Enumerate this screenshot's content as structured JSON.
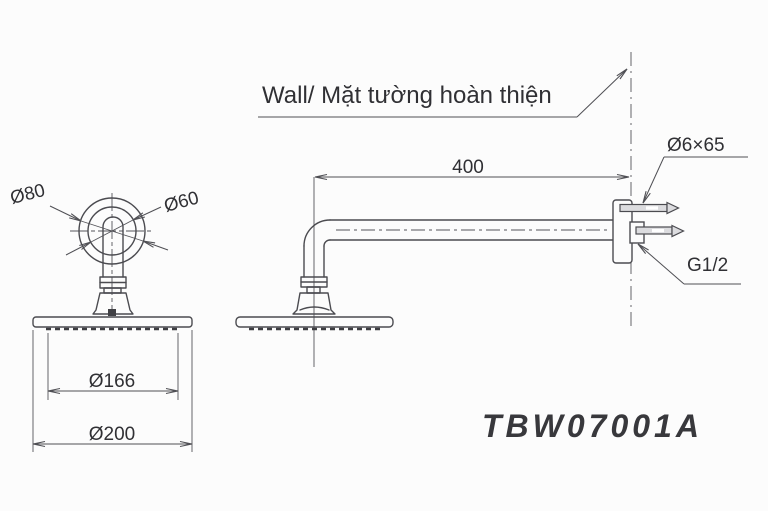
{
  "drawing": {
    "wall_note": "Wall/ Mặt tường hoàn thiện",
    "model": "TBW07001A",
    "dims": {
      "arm_length": "400",
      "screw_size": "Ø6×65",
      "thread_size": "G1/2",
      "flange_outer_dia": "Ø80",
      "flange_inner_dia": "Ø60",
      "spray_face_dia": "Ø166",
      "head_dia": "Ø200"
    },
    "colors": {
      "line": "#4b4b50",
      "text": "#303034",
      "model_text": "#38383c",
      "background": "#fcfcfc"
    }
  }
}
